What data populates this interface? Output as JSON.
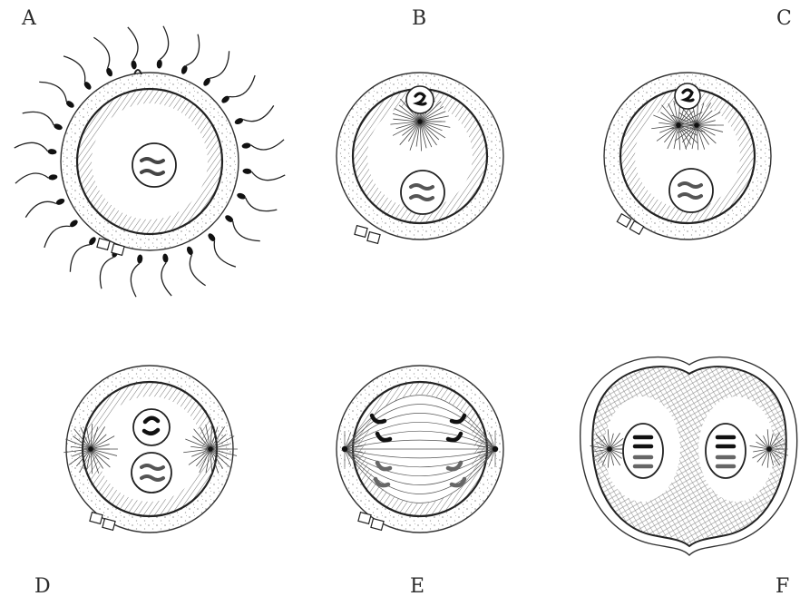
{
  "panels": [
    {
      "id": "A",
      "label": "A"
    },
    {
      "id": "B",
      "label": "B"
    },
    {
      "id": "C",
      "label": "C"
    },
    {
      "id": "D",
      "label": "D"
    },
    {
      "id": "E",
      "label": "E"
    },
    {
      "id": "F",
      "label": "F"
    }
  ],
  "colors": {
    "ink": "#222222",
    "background": "#ffffff",
    "stipple": "#9a9a9a",
    "hatch": "#6e6e6e"
  }
}
